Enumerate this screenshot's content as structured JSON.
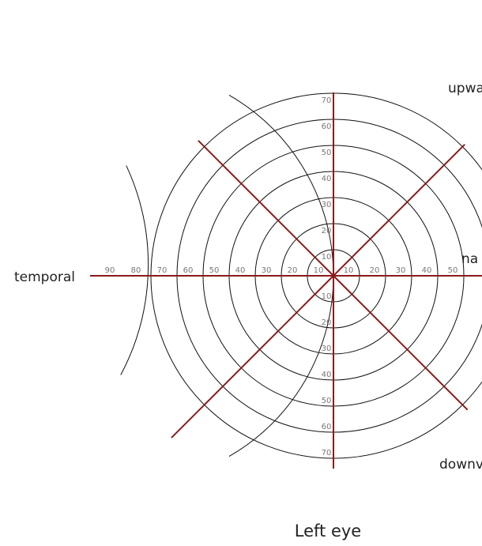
{
  "colors": {
    "ring": "#111111",
    "axis": "#8b1a1a",
    "tick": "#777777",
    "text": "#222222"
  },
  "labels": {
    "temporal": "temporal",
    "nasal": "na",
    "upward": "upwa",
    "downward": "downv",
    "eye": "Left eye"
  },
  "chart_data": {
    "type": "polar-grid",
    "rings_deg": [
      10,
      20,
      30,
      40,
      50,
      60,
      70
    ],
    "outer_arcs_deg": [
      80,
      90
    ],
    "meridians_deg": [
      0,
      45,
      90,
      135,
      180,
      225,
      270,
      315
    ],
    "ticks": {
      "up": [
        "10",
        "20",
        "30",
        "40",
        "50",
        "60",
        "70"
      ],
      "down": [
        "10",
        "20",
        "30",
        "40",
        "50",
        "60",
        "70"
      ],
      "temporal": [
        "10",
        "20",
        "30",
        "40",
        "50",
        "60",
        "70",
        "80",
        "90"
      ],
      "nasal": [
        "10",
        "20",
        "30",
        "40",
        "50"
      ]
    }
  }
}
